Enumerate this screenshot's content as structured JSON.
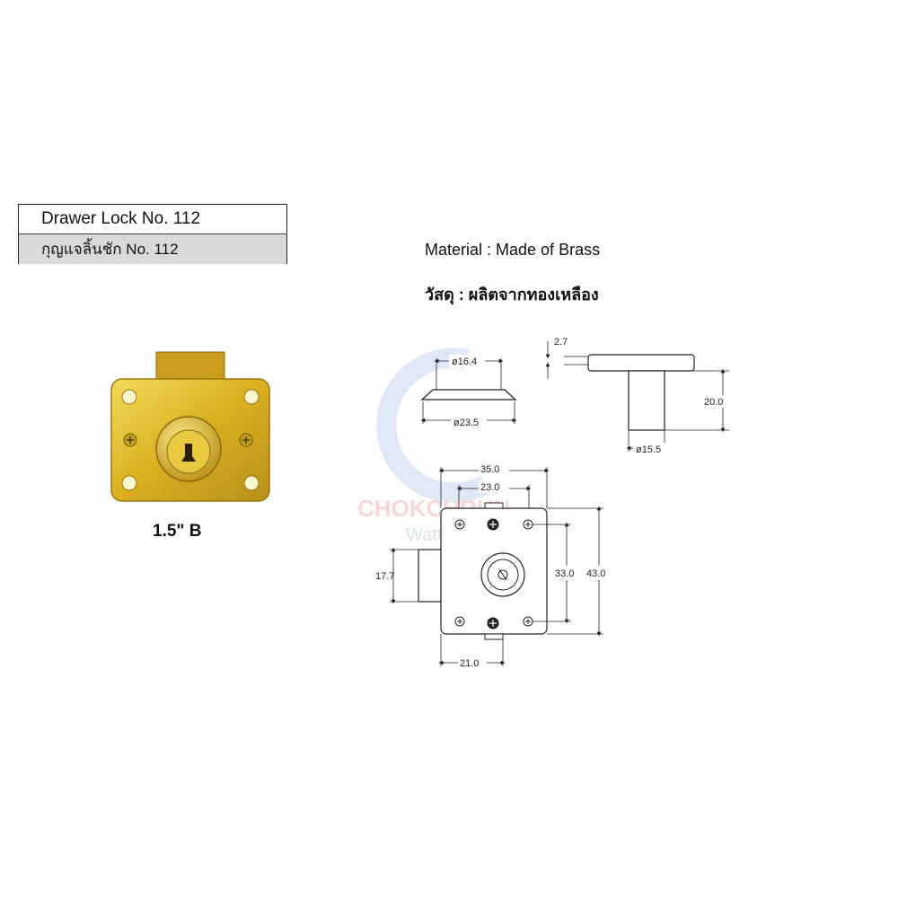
{
  "header": {
    "title_en": "Drawer Lock No. 112",
    "title_th": "กุญแจลิ้นชัก No. 112"
  },
  "material": {
    "en": "Material : Made of Brass",
    "th": "วัสดุ : ผลิตจากทองเหลือง"
  },
  "product": {
    "size_label": "1.5\" B",
    "color": "#d9b21f"
  },
  "watermark": {
    "line1": "CHOKCHRUN",
    "line2": "WattSadu"
  },
  "dimensions": {
    "d_16_4": "ø16.4",
    "d_23_5": "ø23.5",
    "t_2_7": "2.7",
    "h_20_0": "20.0",
    "d_15_5": "ø15.5",
    "w_35_0": "35.0",
    "w_23_0": "23.0",
    "h_17_7": "17.7",
    "h_33_0": "33.0",
    "h_43_0": "43.0",
    "w_21_0": "21.0"
  }
}
